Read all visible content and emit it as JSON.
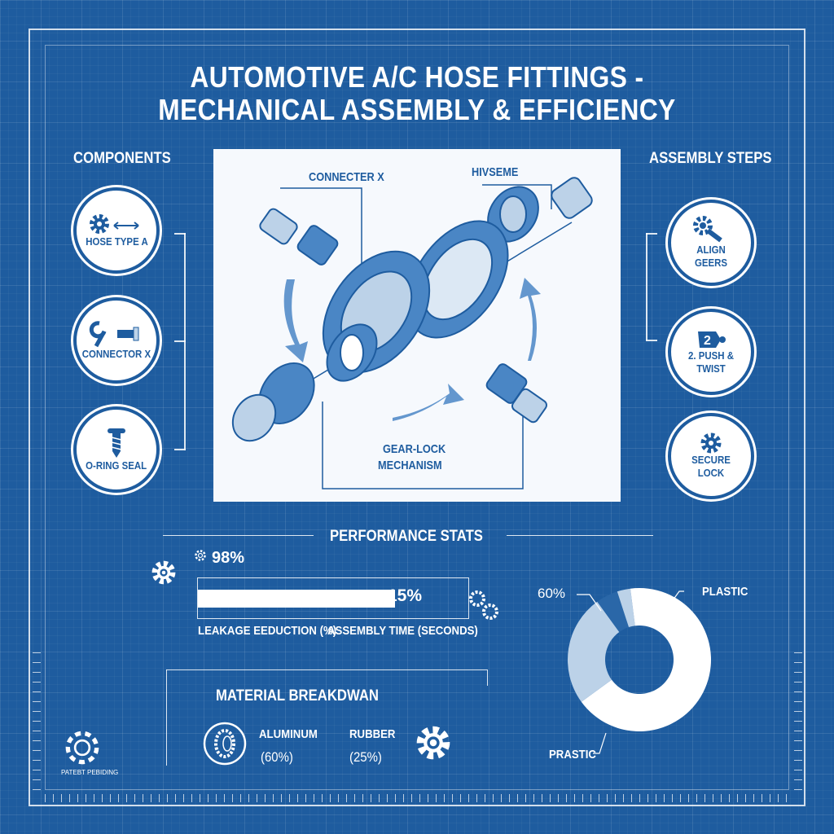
{
  "title": {
    "line1": "AUTOMOTIVE A/C HOSE FITTINGS -",
    "line2": "MECHANICAL ASSEMBLY & EFFICIENCY"
  },
  "components": {
    "heading": "COMPONENTS",
    "items": [
      {
        "label": "HOSE TYPE A",
        "icon": "gear-arrow-icon"
      },
      {
        "label": "CONNECTOR X",
        "icon": "wrench-fitting-icon"
      },
      {
        "label": "O-RING SEAL",
        "icon": "screw-icon"
      }
    ]
  },
  "assembly": {
    "heading": "ASSEMBLY STEPS",
    "items": [
      {
        "label": "ALIGN GEERS",
        "icon": "gear-key-icon"
      },
      {
        "label": "2. PUSH & TWIST",
        "icon": "number-two-icon"
      },
      {
        "label": "SECURE LOCK",
        "icon": "gear-icon"
      }
    ]
  },
  "diagram": {
    "label_connector": "CONNECTER X",
    "label_top_right": "HIVSEME",
    "label_mechanism_1": "GEAR-LOCK",
    "label_mechanism_2": "MECHANISM"
  },
  "performance": {
    "heading": "PERFORMANCE STATS",
    "leakage_value": "98%",
    "assembly_value": "15%",
    "bar_fill_percent": 73,
    "leakage_label": "LEAKAGE EEDUCTION (%)",
    "assembly_label": "ASSEMBLY TIME (SECONDS)"
  },
  "material": {
    "heading": "MATERIAL BREAKDWAN",
    "aluminum_label": "ALUMINUM",
    "aluminum_value": "(60%)",
    "rubber_label": "RUBBER",
    "rubber_value": "(25%)"
  },
  "patent": "PATEBT PEBIDING",
  "chart_data": {
    "type": "pie",
    "donut": true,
    "labels_printed": [
      "60%",
      "PLASTIC",
      "PRASTIC"
    ],
    "values": [
      65,
      25,
      5,
      3,
      2
    ],
    "colors": [
      "#ffffff",
      "#bcd2e8",
      "#2a67a8",
      "#bcd2e8",
      "#ffffff"
    ]
  },
  "colors": {
    "background": "#1e5c9f",
    "accent": "#ffffff"
  }
}
